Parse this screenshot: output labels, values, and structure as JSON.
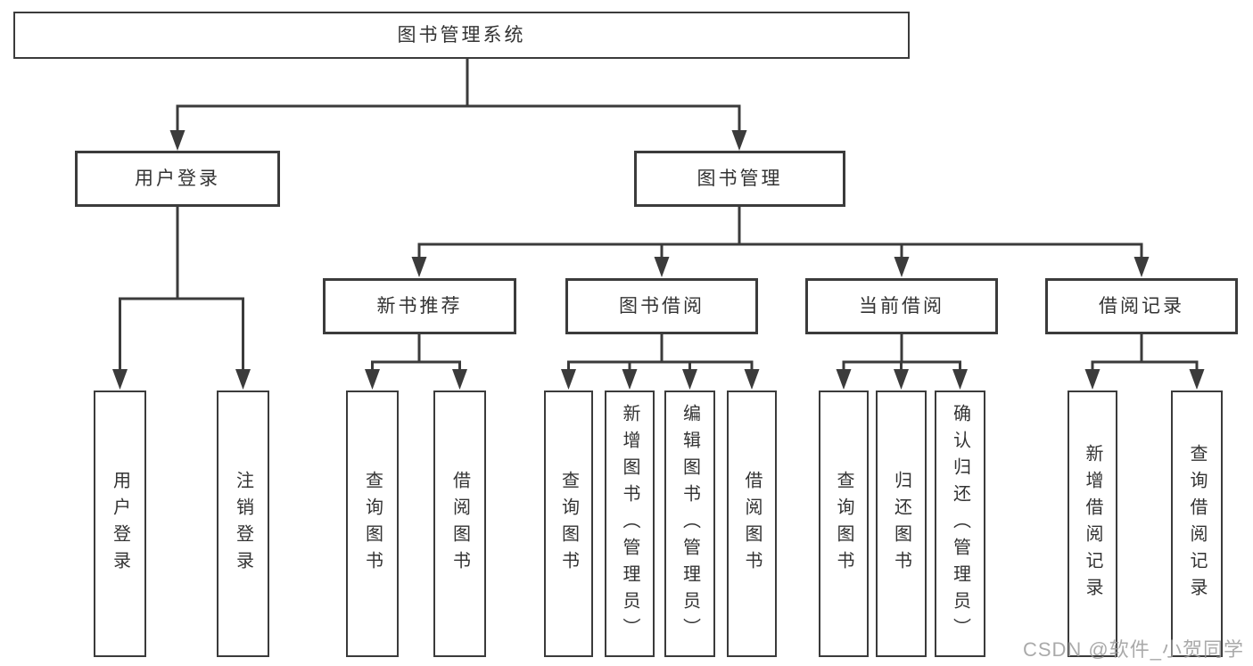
{
  "tree": {
    "root": "图书管理系统",
    "branches": [
      {
        "label": "用户登录",
        "leaves": [
          "用户登录",
          "注销登录"
        ]
      },
      {
        "label": "图书管理",
        "sections": [
          {
            "label": "新书推荐",
            "leaves": [
              "查询图书",
              "借阅图书"
            ]
          },
          {
            "label": "图书借阅",
            "leaves": [
              "查询图书",
              "新增图书（管理员）",
              "编辑图书（管理员）",
              "借阅图书"
            ]
          },
          {
            "label": "当前借阅",
            "leaves": [
              "查询图书",
              "归还图书",
              "确认归还（管理员）"
            ]
          },
          {
            "label": "借阅记录",
            "leaves": [
              "新增借阅记录",
              "查询借阅记录"
            ]
          }
        ]
      }
    ]
  },
  "colors": {
    "line": "#3b3b3b",
    "text": "#333333",
    "watermark": "#9b9b9b",
    "background": "#ffffff"
  },
  "watermark": "CSDN @软件_小贺同学"
}
